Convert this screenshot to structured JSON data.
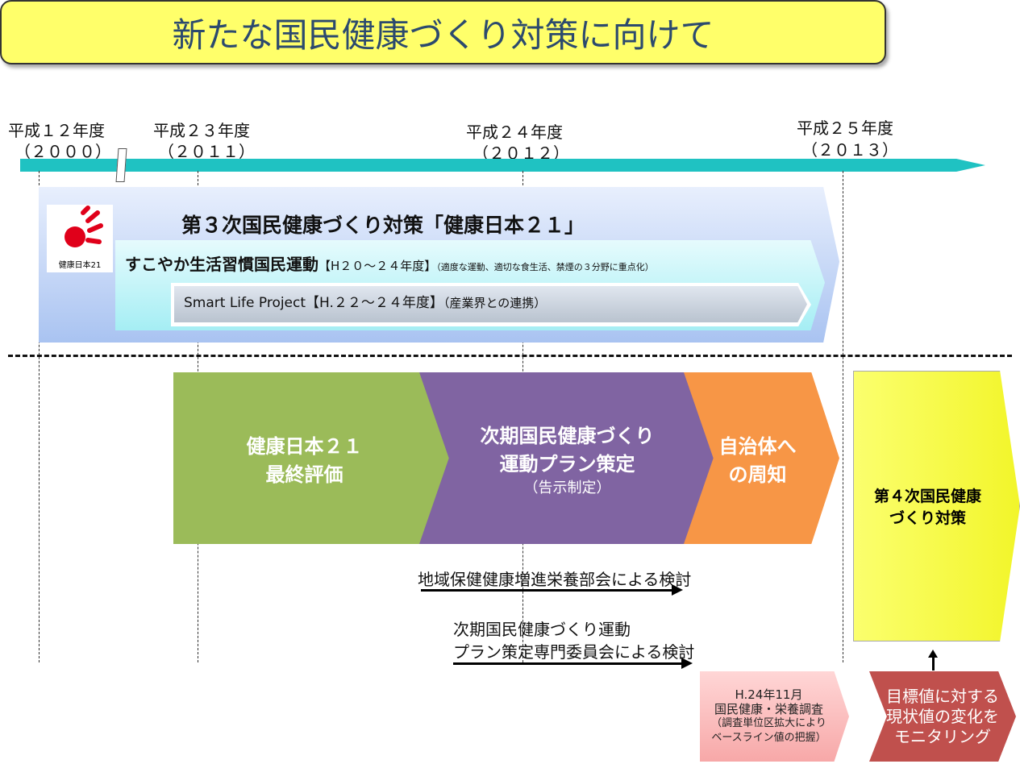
{
  "title": "新たな国民健康づくり対策に向けて",
  "timeline": [
    {
      "era": "平成１２年度",
      "year": "（２０００）"
    },
    {
      "era": "平成２３年度",
      "year": "（２０１１）"
    },
    {
      "era": "平成２４年度",
      "year": "（２０１２）"
    },
    {
      "era": "平成２５年度",
      "year": "（２０１３）"
    }
  ],
  "plan3": {
    "title": "第３次国民健康づくり対策「健康日本２１」",
    "logo_text": "健康日本21",
    "campaign": {
      "name": "すこやか生活習慣国民運動",
      "period": "【H２０～２４年度】",
      "note": "（適度な運動、適切な食生活、禁煙の３分野に重点化）"
    },
    "smart": {
      "name": "Smart Life Project",
      "period": "【H.２２～２４年度】",
      "note": "（産業界との連携）"
    }
  },
  "steps": [
    {
      "line1": "健康日本２１",
      "line2": "最終評価",
      "color": "#9bbb59"
    },
    {
      "line1": "次期国民健康づくり",
      "line2": "運動プラン策定",
      "line3": "（告示制定）",
      "color": "#8064a2"
    },
    {
      "line1": "自治体へ",
      "line2": "の周知",
      "color": "#f79646"
    }
  ],
  "plan4": {
    "line1": "第４次国民健康",
    "line2": "づくり対策"
  },
  "reviews": [
    {
      "text": "地域保健健康増進栄養部会による検討"
    },
    {
      "line1": "次期国民健康づくり運動",
      "line2": "プラン策定専門委員会による検討"
    }
  ],
  "survey": {
    "line1": "H.24年11月",
    "line2": "国民健康・栄養調査",
    "line3": "（調査単位区拡大により",
    "line4": "ベースライン値の把握）"
  },
  "monitor": {
    "line1": "目標値に対する",
    "line2": "現状値の変化を",
    "line3": "モニタリング"
  }
}
